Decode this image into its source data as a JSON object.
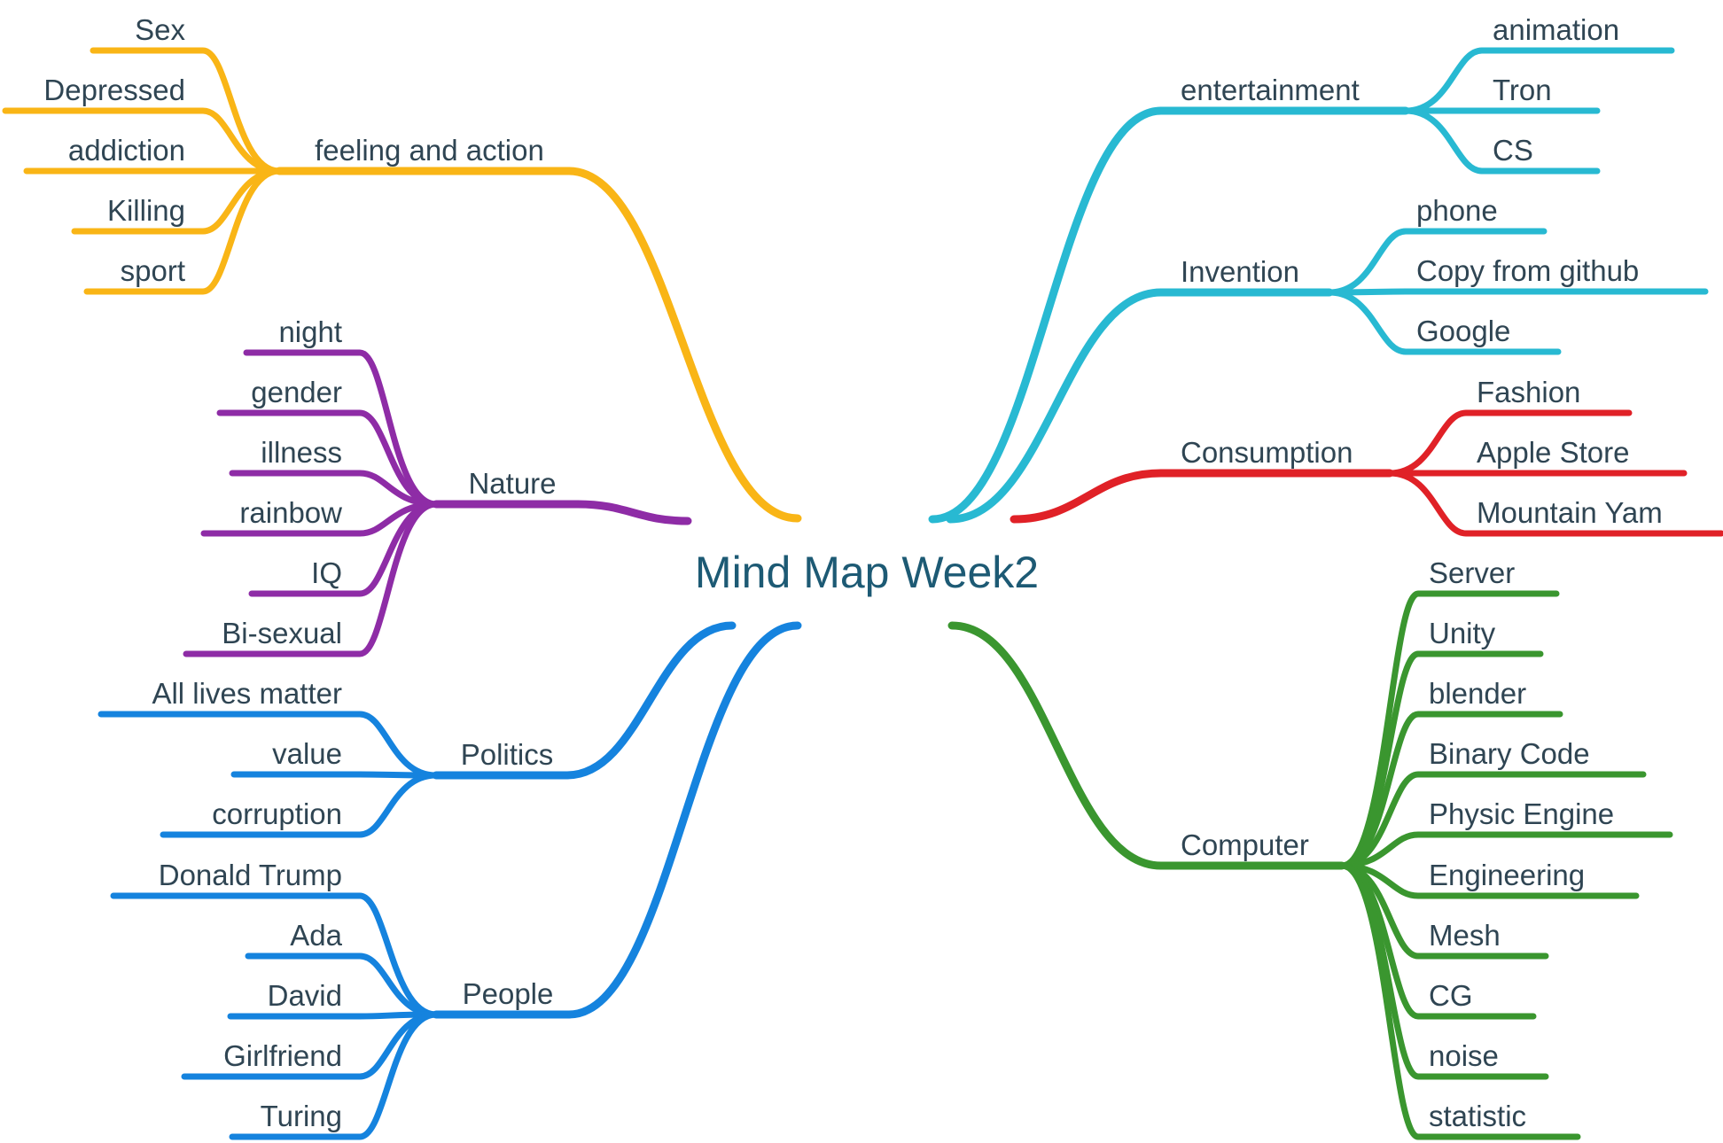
{
  "center": {
    "label": "Mind Map Week2"
  },
  "colors": {
    "feeling": "#F9B516",
    "nature": "#8E2CA6",
    "politics": "#1583DE",
    "people": "#1583DE",
    "entertainment": "#28B9D2",
    "invention": "#28B9D2",
    "consumption": "#E02127",
    "computer": "#3A962F",
    "text": "#2f4553",
    "center_text": "#1d5a74"
  },
  "branches": [
    {
      "id": "feeling",
      "label": "feeling and action",
      "children": [
        "Sex",
        "Depressed",
        "addiction",
        "Killing",
        "sport"
      ]
    },
    {
      "id": "nature",
      "label": "Nature",
      "children": [
        "night",
        "gender",
        "illness",
        "rainbow",
        "IQ",
        "Bi-sexual"
      ]
    },
    {
      "id": "politics",
      "label": "Politics",
      "children": [
        "All lives matter",
        "value",
        "corruption"
      ]
    },
    {
      "id": "people",
      "label": "People",
      "children": [
        "Donald Trump",
        "Ada",
        "David",
        "Girlfriend",
        "Turing"
      ]
    },
    {
      "id": "entertainment",
      "label": "entertainment",
      "children": [
        "animation",
        "Tron",
        "CS"
      ]
    },
    {
      "id": "invention",
      "label": "Invention",
      "children": [
        "phone",
        "Copy from github",
        "Google"
      ]
    },
    {
      "id": "consumption",
      "label": "Consumption",
      "children": [
        "Fashion",
        "Apple Store",
        "Mountain Yam"
      ]
    },
    {
      "id": "computer",
      "label": "Computer",
      "children": [
        "Server",
        "Unity",
        "blender",
        "Binary Code",
        "Physic Engine",
        "Engineering",
        "Mesh",
        "CG",
        "noise",
        "statistic"
      ]
    }
  ]
}
